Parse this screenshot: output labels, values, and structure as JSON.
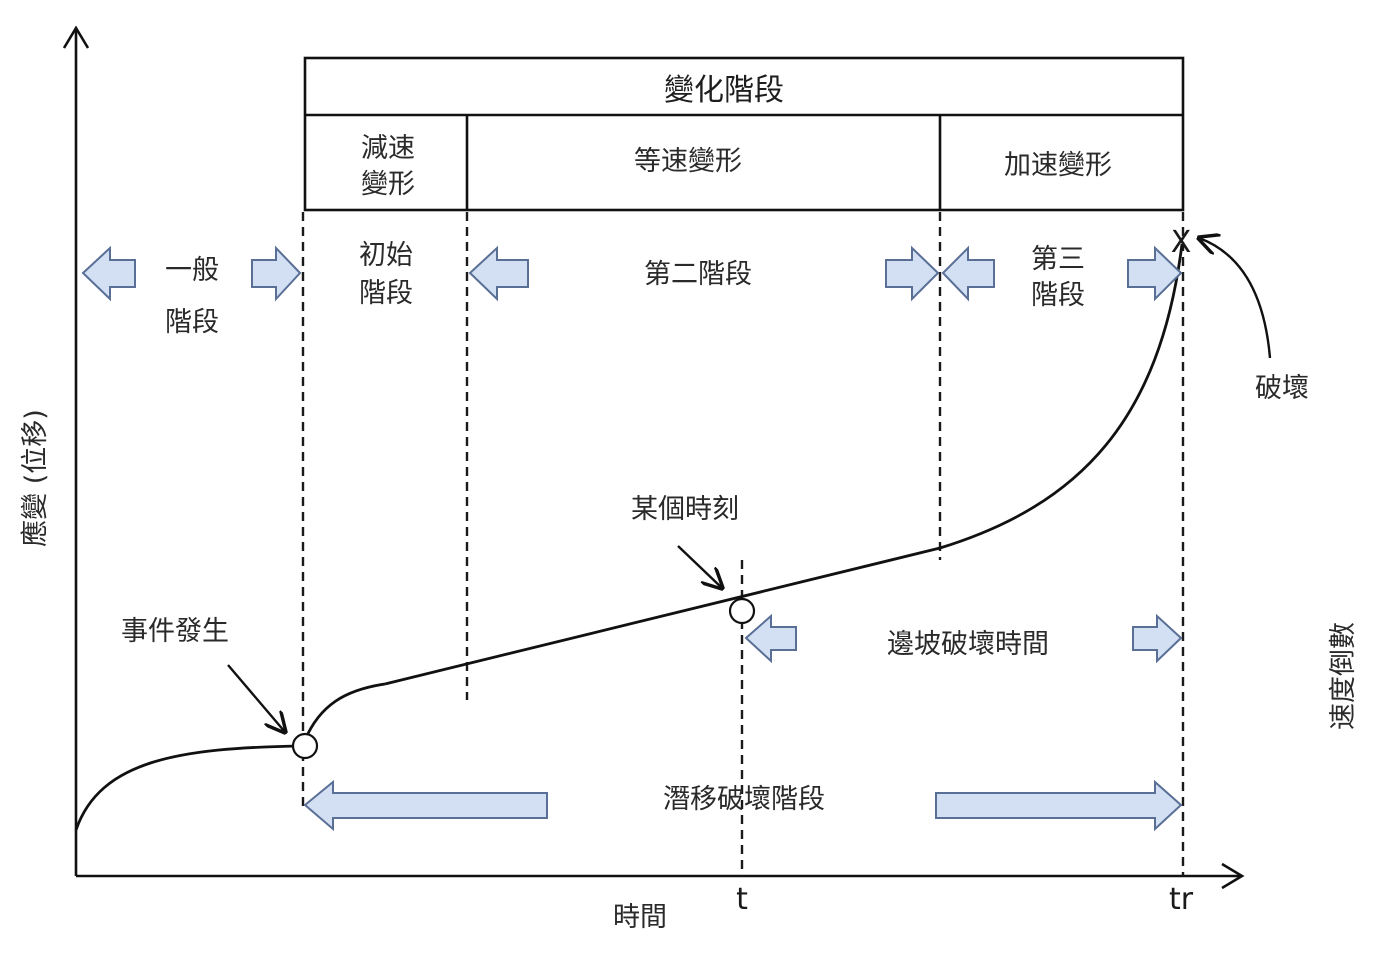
{
  "header": {
    "title": "變化階段",
    "phases": [
      "減速\n變形",
      "等速變形",
      "加速變形"
    ]
  },
  "stages": {
    "general": "一般\n階段",
    "initial": "初始\n階段",
    "second": "第二階段",
    "third": "第三\n階段"
  },
  "annotations": {
    "failure": "破壞",
    "moment": "某個時刻",
    "event": "事件發生",
    "slope_failure_time": "邊坡破壞時間",
    "creep_failure_stage": "潛移破壞階段"
  },
  "axes": {
    "y_label": "應變 (位移)",
    "x_label": "時間",
    "right_label": "速度倒數",
    "t_label": "t",
    "tr_label": "tr",
    "failure_mark": "X"
  },
  "colors": {
    "arrow_fill": "#d3e0f3",
    "arrow_stroke": "#5a6f96",
    "line": "#111111"
  }
}
